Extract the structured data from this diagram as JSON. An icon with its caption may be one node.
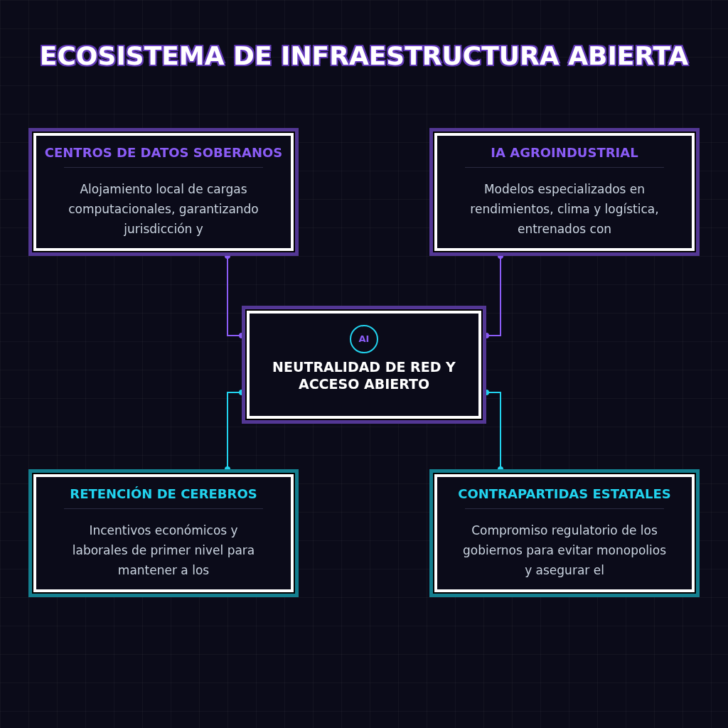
{
  "diagram": {
    "title": "ECOSISTEMA DE INFRAESTRUCTURA ABIERTA",
    "nodes": [
      {
        "text": [
          "CENTROS DE DATOS SOBERANOS",
          "Alojamiento local de cargas computacionales, garantizando jurisdicción y"
        ]
      },
      {
        "text": [
          "IA AGROINDUSTRIAL",
          "Modelos especializados en rendimientos, clima y logística, entrenados con"
        ]
      },
      {
        "text": [
          "NEUTRALIDAD DE RED Y ACCESO ABIERTO"
        ]
      },
      {
        "text": [
          "AI"
        ],
        "in": 2
      },
      {
        "text": [
          "RETENCIÓN DE CEREBROS",
          "Incentivos económicos y laborales de primer nivel para mantener a los"
        ]
      },
      {
        "text": [
          "CONTRAPARTIDAS ESTATALES",
          "Compromiso regulatorio de los gobiernos para evitar monopolios y asegurar el"
        ]
      }
    ],
    "edges": [
      {
        "from": 0,
        "to": 2,
        "arrow": "other",
        "color": "#8b5cf6"
      },
      {
        "from": 1,
        "to": 2,
        "arrow": "other",
        "color": "#8b5cf6"
      },
      {
        "from": 2,
        "to": 4,
        "arrow": "other",
        "color": "#22d3ee"
      },
      {
        "from": 2,
        "to": 5,
        "arrow": "other",
        "color": "#22d3ee"
      }
    ]
  }
}
